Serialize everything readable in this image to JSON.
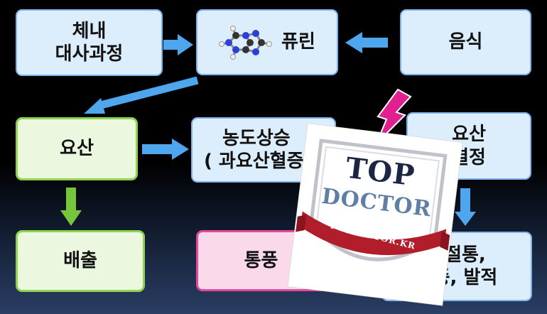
{
  "boxes": {
    "metabolism": {
      "lines": [
        "체내",
        "대사과정"
      ]
    },
    "purine": {
      "label": "퓨린",
      "icon": "purine-molecule-icon"
    },
    "food": {
      "label": "음식"
    },
    "uric_acid": {
      "label": "요산"
    },
    "concentration": {
      "lines": [
        "농도상승",
        "( 과요산혈증"
      ]
    },
    "crystal": {
      "lines": [
        "요산",
        "결정"
      ]
    },
    "excretion": {
      "label": "배출"
    },
    "gout": {
      "label": "통풍"
    },
    "symptoms": {
      "lines": [
        "관절통,",
        "부종, 발적"
      ]
    }
  },
  "badge": {
    "line1": "TOP",
    "line2": "DOCTOR",
    "ribbon": "TOPDOCTOR.KR",
    "icon": "lightning-bolt-icon"
  },
  "colors": {
    "blue_arrow": "#4ea6ee",
    "green_arrow": "#77c53a",
    "bolt": "#e0208f"
  }
}
